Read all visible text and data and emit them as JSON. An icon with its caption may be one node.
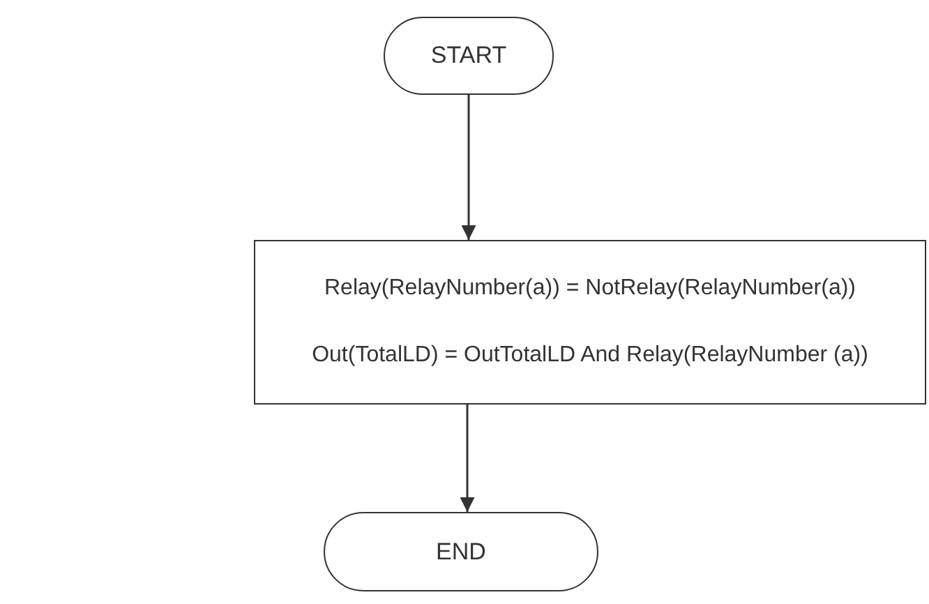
{
  "diagram": {
    "nodes": [
      {
        "text": [
          "START"
        ]
      },
      {
        "text": [
          "Relay(RelayNumber(a)) = NotRelay(RelayNumber(a))",
          "Out(TotalLD) = OutTotalLD And Relay(RelayNumber (a))"
        ]
      },
      {
        "text": [
          "END"
        ]
      }
    ],
    "edges": [
      {
        "from": 0,
        "to": 1,
        "arrow": "to"
      },
      {
        "from": 1,
        "to": 2,
        "arrow": "to"
      }
    ]
  }
}
